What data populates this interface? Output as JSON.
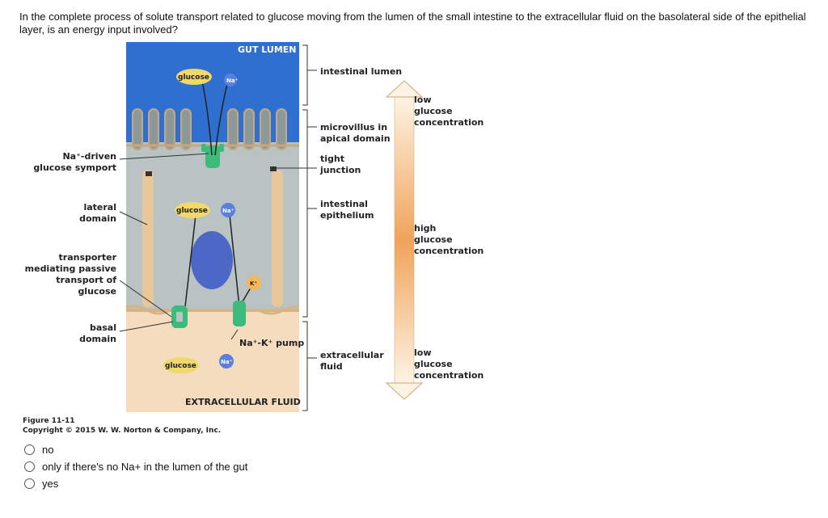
{
  "question": "In the complete process of solute transport related to glucose moving from the lumen of the small intestine to the extracellular fluid on the basolateral side of the epithelial layer, is an energy input involved?",
  "figure": {
    "title_top": "GUT LUMEN",
    "title_bottom": "EXTRACELLULAR FLUID",
    "left_labels": {
      "symport": "Na⁺-driven\nglucose symport",
      "lateral": "lateral\ndomain",
      "transporter": "transporter\nmediating passive\ntransport of glucose",
      "basal": "basal\ndomain"
    },
    "right_labels": {
      "lumen": "intestinal lumen",
      "microvillus": "microvillus in\napical domain",
      "tight": "tight\njunction",
      "epithelium": "intestinal\nepithelium",
      "extracellular": "extracellular\nfluid"
    },
    "gradient_labels": {
      "top": "low\nglucose\nconcentration",
      "middle": "high\nglucose\nconcentration",
      "bottom": "low\nglucose\nconcentration"
    },
    "molecules": {
      "glucose": "glucose",
      "na": "Na⁺",
      "k": "K⁺",
      "pump": "Na⁺-K⁺ pump"
    },
    "caption": "Figure 11-11\nCopyright © 2015 W. W. Norton & Company, Inc."
  },
  "options": [
    {
      "label": "no"
    },
    {
      "label": "only if there's no Na+ in the lumen of the gut"
    },
    {
      "label": "yes"
    }
  ],
  "colors": {
    "lumen_blue": "#2f6fd0",
    "cell_gray": "#b9c3c3",
    "membrane": "#e8c79a",
    "extracellular": "#f6dcbf",
    "nucleus": "#4d67c6",
    "transporter_green": "#3dbb7a",
    "glucose_yellow": "#f0d86a",
    "na_blue": "#5a7fe0",
    "k_orange": "#f5b85a"
  }
}
